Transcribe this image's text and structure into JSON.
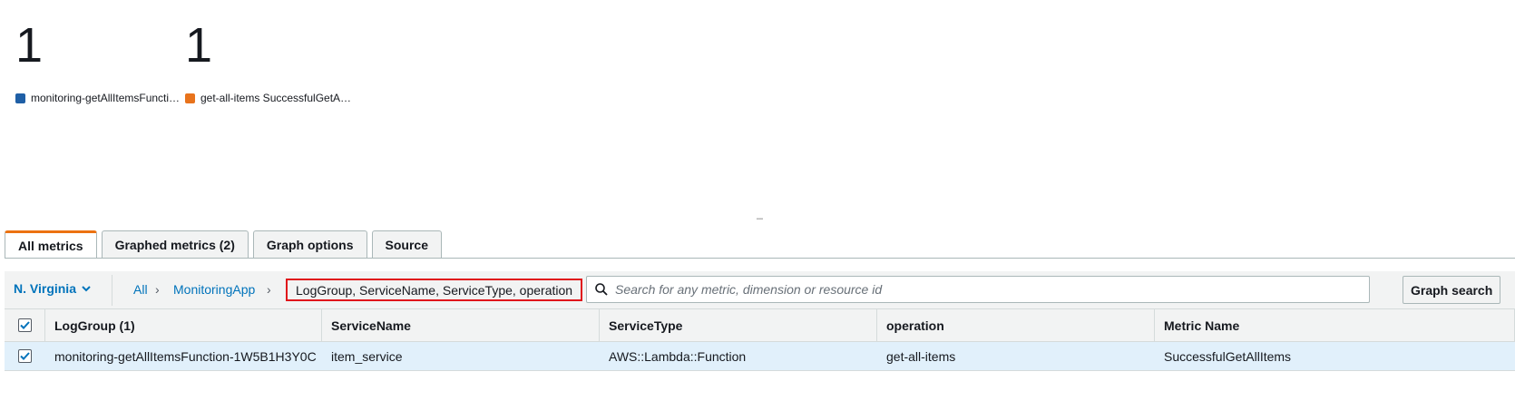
{
  "widgets": [
    {
      "value": "1",
      "legend": "monitoring-getAllItemsFuncti…",
      "color": "#1f5fa6"
    },
    {
      "value": "1",
      "legend": "get-all-items SuccessfulGetA…",
      "color": "#e8731c"
    }
  ],
  "resize_handle": "---",
  "tabs": [
    {
      "label": "All metrics",
      "active": true
    },
    {
      "label": "Graphed metrics (2)"
    },
    {
      "label": "Graph options"
    },
    {
      "label": "Source"
    }
  ],
  "toolbar": {
    "region": "N. Virginia",
    "breadcrumb": [
      "All",
      "MonitoringApp"
    ],
    "breadcrumb_current": "LogGroup, ServiceName, ServiceType, operation",
    "search_placeholder": "Search for any metric, dimension or resource id",
    "graph_search_label": "Graph search"
  },
  "table": {
    "headers": [
      "LogGroup  (1)",
      "ServiceName",
      "ServiceType",
      "operation",
      "Metric Name"
    ],
    "rows": [
      [
        "monitoring-getAllItemsFunction-1W5B1H3Y0C",
        "item_service",
        "AWS::Lambda::Function",
        "get-all-items",
        "SuccessfulGetAllItems"
      ]
    ]
  },
  "colors": {
    "accent": "#ec7211",
    "link": "#0073bb",
    "highlight": "#e0161b",
    "row_selected": "#e1f0fb"
  }
}
